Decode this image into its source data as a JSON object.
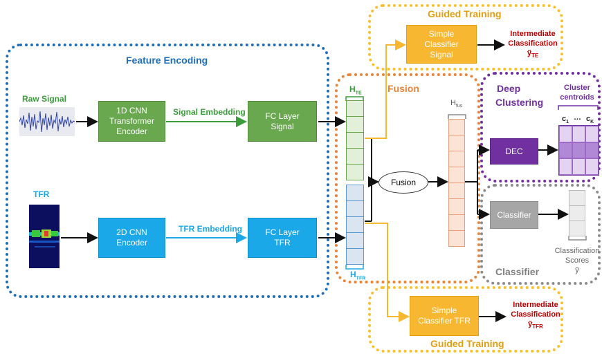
{
  "guided_top": {
    "title": "Guided Training",
    "classifier": "Simple Classifier Signal",
    "inter_line1": "Intermediate",
    "inter_line2": "Classification",
    "inter_y": "ỹ",
    "inter_sub": "TE"
  },
  "guided_bottom": {
    "title": "Guided Training",
    "classifier": "Simple Classifier TFR",
    "inter_line1": "Intermediate",
    "inter_line2": "Classification",
    "inter_y": "ỹ",
    "inter_sub": "TFR"
  },
  "feature_encoding": {
    "title": "Feature Encoding",
    "raw_signal": "Raw Signal",
    "tfr": "TFR",
    "cnn1d": "1D CNN Transformer Encoder",
    "cnn2d": "2D CNN Encoder",
    "signal_embedding": "Signal Embedding",
    "tfr_embedding": "TFR Embedding",
    "fc_signal": "FC Layer Signal",
    "fc_tfr": "FC Layer TFR"
  },
  "fusion": {
    "title": "Fusion",
    "node": "Fusion",
    "h": "H",
    "h_te": "TE",
    "h_tfr": "TFR",
    "h_fus": "fus"
  },
  "deep_clustering": {
    "title_line1": "Deep",
    "title_line2": "Clustering",
    "dec": "DEC",
    "centroids_line1": "Cluster",
    "centroids_line2": "centroids",
    "c1": "c",
    "c1_sub": "1",
    "dots": "…",
    "ck": "c",
    "ck_sub": "K"
  },
  "classifier": {
    "title": "Classifier",
    "box": "Classifier",
    "scores_line1": "Classification",
    "scores_line2": "Scores",
    "scores_y": "ỹ"
  },
  "colors": {
    "feature": "#1f6fb8",
    "guided": "#f7b731",
    "fusion": "#e8843a",
    "clustering": "#7030a0",
    "classifier": "#8c8c8c",
    "signal_green": "#3a9d3a",
    "tfr_blue": "#1ba8e8",
    "red": "#c00000"
  }
}
